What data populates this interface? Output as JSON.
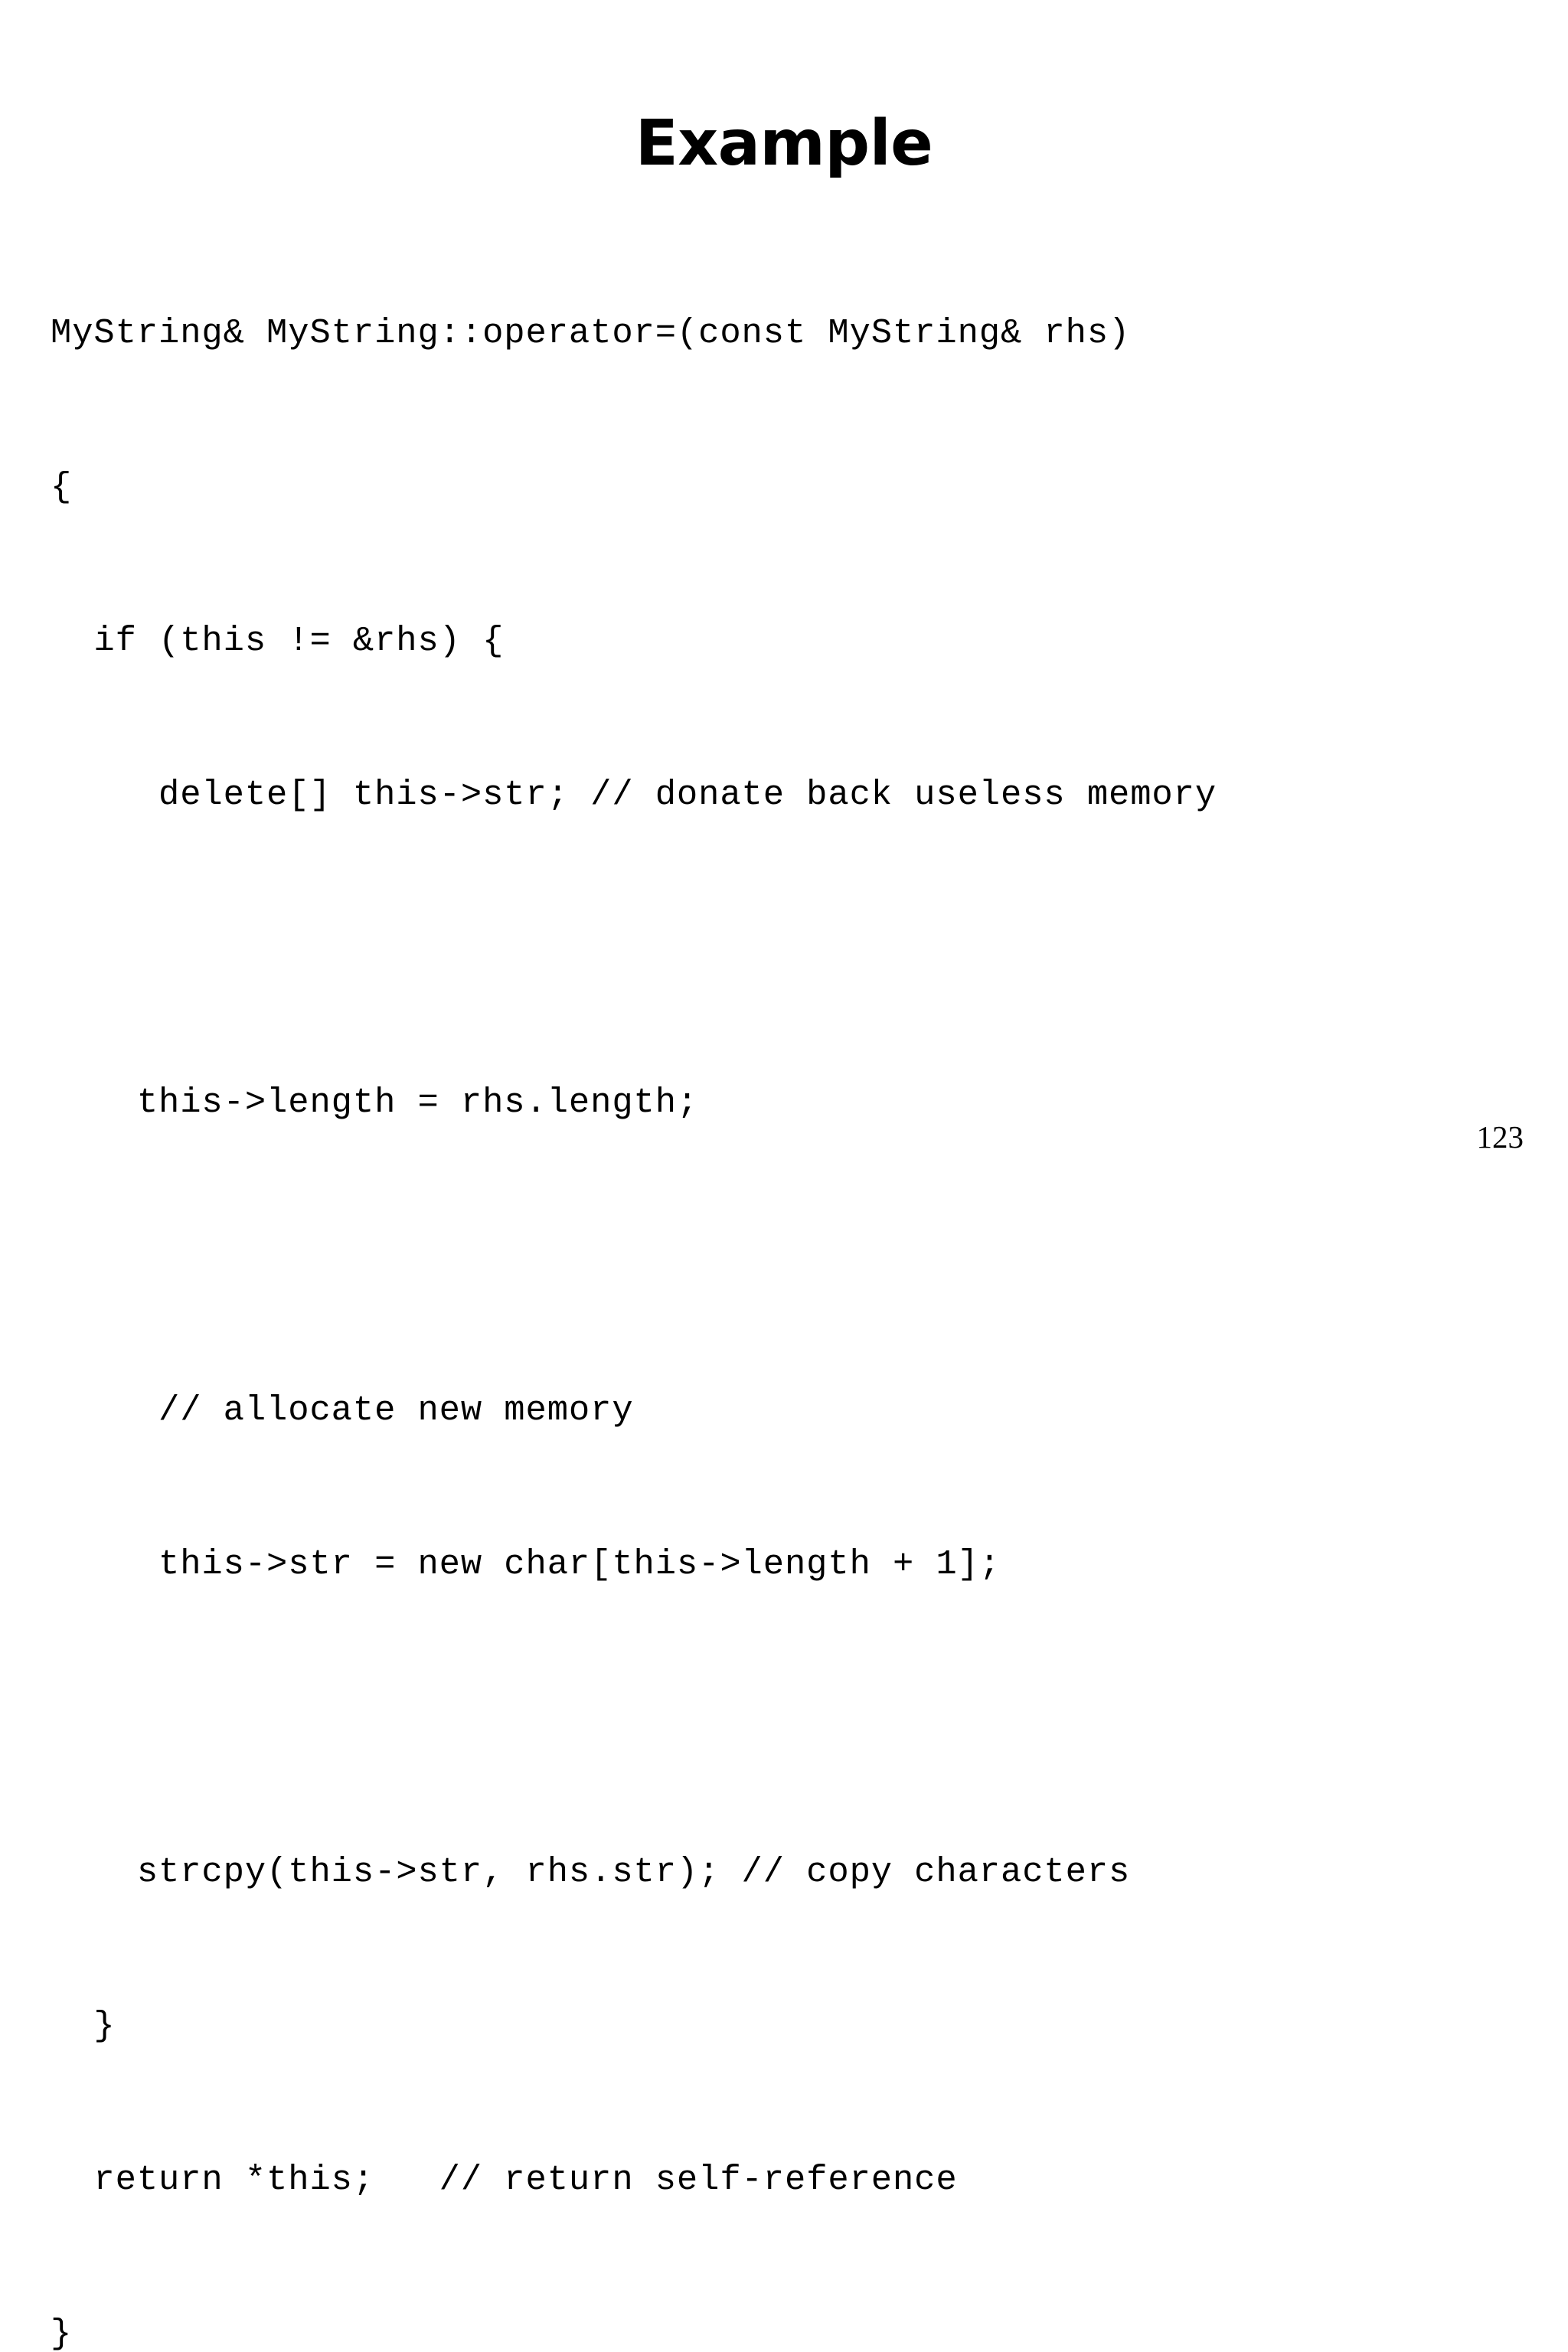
{
  "slide": {
    "title": "Example",
    "page_number": "123",
    "background_color": "#ffffff",
    "text_color": "#000000",
    "code": {
      "language": "cpp",
      "lines": [
        "MyString& MyString::operator=(const MyString& rhs)",
        "{",
        "  if (this != &rhs) {",
        "     delete[] this->str; // donate back useless memory",
        "",
        "    this->length = rhs.length;",
        "",
        "     // allocate new memory",
        "     this->str = new char[this->length + 1];",
        "",
        "    strcpy(this->str, rhs.str); // copy characters",
        "  }",
        "  return *this;   // return self-reference",
        "}"
      ]
    }
  }
}
